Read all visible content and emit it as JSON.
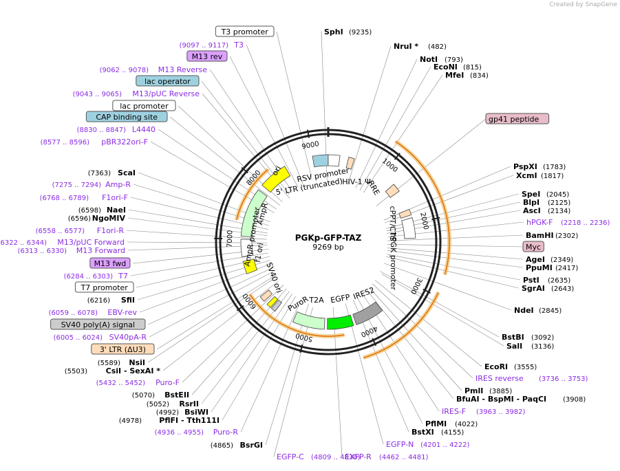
{
  "credit": "Created by SnapGene",
  "plasmid": {
    "name": "PGKp-GFP-TAZ",
    "size": "9269 bp"
  },
  "ring_ticks": [
    "1000",
    "2000",
    "3000",
    "4000",
    "5000",
    "6000",
    "7000",
    "8000",
    "9000"
  ],
  "colors": {
    "purple": "#8a2be2",
    "orange": "#f0a030",
    "ori": "#ffff00",
    "amp": "#ccffcc",
    "egfp": "#00ee00",
    "ires": "#a0a0a0",
    "ltr": "#ffddbb",
    "lavender": "#dca0ff",
    "teal": "#9ed1e0",
    "pink": "#e8bcc8",
    "gray_box": "#cccccc"
  },
  "right_labels": [
    {
      "name": "SphI",
      "pos": "(9235)",
      "kind": "enzyme"
    },
    {
      "name": "NruI *",
      "pos": "(482)",
      "kind": "enzyme"
    },
    {
      "name": "NotI",
      "pos": "(793)",
      "kind": "enzyme"
    },
    {
      "name": "EcoNI",
      "pos": "(815)",
      "kind": "enzyme"
    },
    {
      "name": "MfeI",
      "pos": "(834)",
      "kind": "enzyme"
    },
    {
      "name": "gp41 peptide",
      "pos": "",
      "kind": "pinkbox"
    },
    {
      "name": "PspXI",
      "pos": "(1783)",
      "kind": "enzyme"
    },
    {
      "name": "XcmI",
      "pos": "(1817)",
      "kind": "enzyme"
    },
    {
      "name": "SpeI",
      "pos": "(2045)",
      "kind": "enzyme"
    },
    {
      "name": "BlpI",
      "pos": "(2125)",
      "kind": "enzyme"
    },
    {
      "name": "AscI",
      "pos": "(2134)",
      "kind": "enzyme"
    },
    {
      "name": "hPGK-F",
      "pos": "(2218 .. 2236)",
      "kind": "primer"
    },
    {
      "name": "BamHI",
      "pos": "(2302)",
      "kind": "enzyme"
    },
    {
      "name": "Myc",
      "pos": "",
      "kind": "pinkbox"
    },
    {
      "name": "AgeI",
      "pos": "(2349)",
      "kind": "enzyme"
    },
    {
      "name": "PpuMI",
      "pos": "(2417)",
      "kind": "enzyme"
    },
    {
      "name": "PstI",
      "pos": "(2635)",
      "kind": "enzyme"
    },
    {
      "name": "SgrAI",
      "pos": "(2643)",
      "kind": "enzyme"
    },
    {
      "name": "NdeI",
      "pos": "(2845)",
      "kind": "enzyme"
    },
    {
      "name": "BstBI",
      "pos": "(3092)",
      "kind": "enzyme"
    },
    {
      "name": "SalI",
      "pos": "(3136)",
      "kind": "enzyme"
    },
    {
      "name": "EcoRI",
      "pos": "(3555)",
      "kind": "enzyme"
    },
    {
      "name": "IRES reverse",
      "pos": "(3736 .. 3753)",
      "kind": "primer"
    },
    {
      "name": "PmlI",
      "pos": "(3885)",
      "kind": "enzyme"
    },
    {
      "name": "BfuAI - BspMI - PaqCI",
      "pos": "(3908)",
      "kind": "enzyme"
    },
    {
      "name": "IRES-F",
      "pos": "(3963 .. 3982)",
      "kind": "primer"
    },
    {
      "name": "PflMI",
      "pos": "(4022)",
      "kind": "enzyme"
    },
    {
      "name": "BstXI",
      "pos": "(4155)",
      "kind": "enzyme"
    },
    {
      "name": "EGFP-N",
      "pos": "(4201 .. 4222)",
      "kind": "primer"
    },
    {
      "name": "EXFP-R",
      "pos": "(4462 .. 4481)",
      "kind": "primer"
    },
    {
      "name": "EGFP-C",
      "pos": "(4809 .. 4830)",
      "kind": "primer"
    }
  ],
  "left_labels": [
    {
      "name": "T3 promoter",
      "pos": "",
      "kind": "whitebox"
    },
    {
      "name": "T3",
      "pos": "(9097 .. 9117)",
      "kind": "primer"
    },
    {
      "name": "M13 rev",
      "pos": "",
      "kind": "lavenderbox"
    },
    {
      "name": "M13 Reverse",
      "pos": "(9062 .. 9078)",
      "kind": "primer"
    },
    {
      "name": "lac operator",
      "pos": "",
      "kind": "tealbox"
    },
    {
      "name": "M13/pUC Reverse",
      "pos": "(9043 .. 9065)",
      "kind": "primer"
    },
    {
      "name": "lac promoter",
      "pos": "",
      "kind": "whitebox"
    },
    {
      "name": "CAP binding site",
      "pos": "",
      "kind": "tealbox"
    },
    {
      "name": "L4440",
      "pos": "(8830 .. 8847)",
      "kind": "primer"
    },
    {
      "name": "pBR322ori-F",
      "pos": "(8577 .. 8596)",
      "kind": "primer"
    },
    {
      "name": "ScaI",
      "pos": "(7363)",
      "kind": "enzyme"
    },
    {
      "name": "Amp-R",
      "pos": "(7275 .. 7294)",
      "kind": "primer"
    },
    {
      "name": "F1ori-F",
      "pos": "(6768 .. 6789)",
      "kind": "primer"
    },
    {
      "name": "NaeI",
      "pos": "(6598)",
      "kind": "enzyme"
    },
    {
      "name": "NgoMIV",
      "pos": "(6596)",
      "kind": "enzyme"
    },
    {
      "name": "F1ori-R",
      "pos": "(6558 .. 6577)",
      "kind": "primer"
    },
    {
      "name": "M13/pUC Forward",
      "pos": "(6322 .. 6344)",
      "kind": "primer"
    },
    {
      "name": "M13 Forward",
      "pos": "(6313 .. 6330)",
      "kind": "primer"
    },
    {
      "name": "M13 fwd",
      "pos": "",
      "kind": "lavenderbox"
    },
    {
      "name": "T7",
      "pos": "(6284 .. 6303)",
      "kind": "primer"
    },
    {
      "name": "T7 promoter",
      "pos": "",
      "kind": "whitebox"
    },
    {
      "name": "SfiI",
      "pos": "(6216)",
      "kind": "enzyme"
    },
    {
      "name": "EBV-rev",
      "pos": "(6059 .. 6078)",
      "kind": "primer"
    },
    {
      "name": "SV40 poly(A) signal",
      "pos": "",
      "kind": "graybox"
    },
    {
      "name": "SV40pA-R",
      "pos": "(6005 .. 6024)",
      "kind": "primer"
    },
    {
      "name": "3' LTR (ΔU3)",
      "pos": "",
      "kind": "ltrbox"
    },
    {
      "name": "NsiI",
      "pos": "(5589)",
      "kind": "enzyme"
    },
    {
      "name": "CsiI - SexAI *",
      "pos": "(5503)",
      "kind": "enzyme"
    },
    {
      "name": "Puro-F",
      "pos": "(5432 .. 5452)",
      "kind": "primer"
    },
    {
      "name": "BstEII",
      "pos": "(5070)",
      "kind": "enzyme"
    },
    {
      "name": "RsrII",
      "pos": "(5052)",
      "kind": "enzyme"
    },
    {
      "name": "BsiWI",
      "pos": "(4992)",
      "kind": "enzyme"
    },
    {
      "name": "PflFI - Tth111I",
      "pos": "(4978)",
      "kind": "enzyme"
    },
    {
      "name": "Puro-R",
      "pos": "(4936 .. 4955)",
      "kind": "primer"
    },
    {
      "name": "BsrGI",
      "pos": "(4865)",
      "kind": "enzyme"
    }
  ],
  "inner_labels": [
    "RSV promoter",
    "5' LTR (truncated)",
    "HIV-1 Ψ",
    "RRE",
    "cPPT/CTS",
    "hPGK promoter",
    "IRES2",
    "EGFP",
    "T2A",
    "PuroR",
    "SV40 ori",
    "AmpR promoter",
    "f1 ori",
    "AmpR",
    "ori"
  ]
}
